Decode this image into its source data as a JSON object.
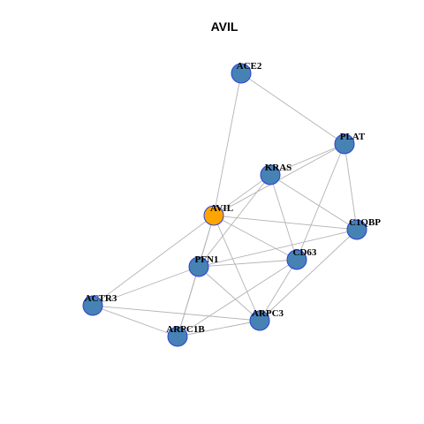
{
  "title": "AVIL",
  "colors": {
    "node_default": "#4682b4",
    "node_highlight": "#ffa500",
    "node_border": "#2a3fd6",
    "edge": "#b3b3b3"
  },
  "nodes": [
    {
      "id": "ACE2",
      "label": "ACE2",
      "highlight": false
    },
    {
      "id": "PLAT",
      "label": "PLAT",
      "highlight": false
    },
    {
      "id": "KRAS",
      "label": "KRAS",
      "highlight": false
    },
    {
      "id": "AVIL",
      "label": "AVIL",
      "highlight": true
    },
    {
      "id": "C1QBP",
      "label": "C1QBP",
      "highlight": false
    },
    {
      "id": "CD63",
      "label": "CD63",
      "highlight": false
    },
    {
      "id": "PFN1",
      "label": "PFN1",
      "highlight": false
    },
    {
      "id": "ACTR3",
      "label": "ACTR3",
      "highlight": false
    },
    {
      "id": "ARPC3",
      "label": "ARPC3",
      "highlight": false
    },
    {
      "id": "ARPC1B",
      "label": "ARPC1B",
      "highlight": false
    }
  ],
  "edges": [
    [
      "ACE2",
      "PLAT"
    ],
    [
      "ACE2",
      "AVIL"
    ],
    [
      "PLAT",
      "KRAS"
    ],
    [
      "PLAT",
      "AVIL"
    ],
    [
      "PLAT",
      "C1QBP"
    ],
    [
      "PLAT",
      "CD63"
    ],
    [
      "KRAS",
      "AVIL"
    ],
    [
      "KRAS",
      "C1QBP"
    ],
    [
      "KRAS",
      "CD63"
    ],
    [
      "KRAS",
      "PFN1"
    ],
    [
      "AVIL",
      "C1QBP"
    ],
    [
      "AVIL",
      "CD63"
    ],
    [
      "AVIL",
      "PFN1"
    ],
    [
      "AVIL",
      "ACTR3"
    ],
    [
      "AVIL",
      "ARPC3"
    ],
    [
      "AVIL",
      "ARPC1B"
    ],
    [
      "C1QBP",
      "PFN1"
    ],
    [
      "C1QBP",
      "ARPC3"
    ],
    [
      "CD63",
      "PFN1"
    ],
    [
      "CD63",
      "ARPC3"
    ],
    [
      "CD63",
      "ARPC1B"
    ],
    [
      "PFN1",
      "ACTR3"
    ],
    [
      "PFN1",
      "ARPC3"
    ],
    [
      "PFN1",
      "ARPC1B"
    ],
    [
      "ACTR3",
      "ARPC3"
    ],
    [
      "ACTR3",
      "ARPC1B"
    ],
    [
      "ARPC3",
      "ARPC1B"
    ]
  ]
}
